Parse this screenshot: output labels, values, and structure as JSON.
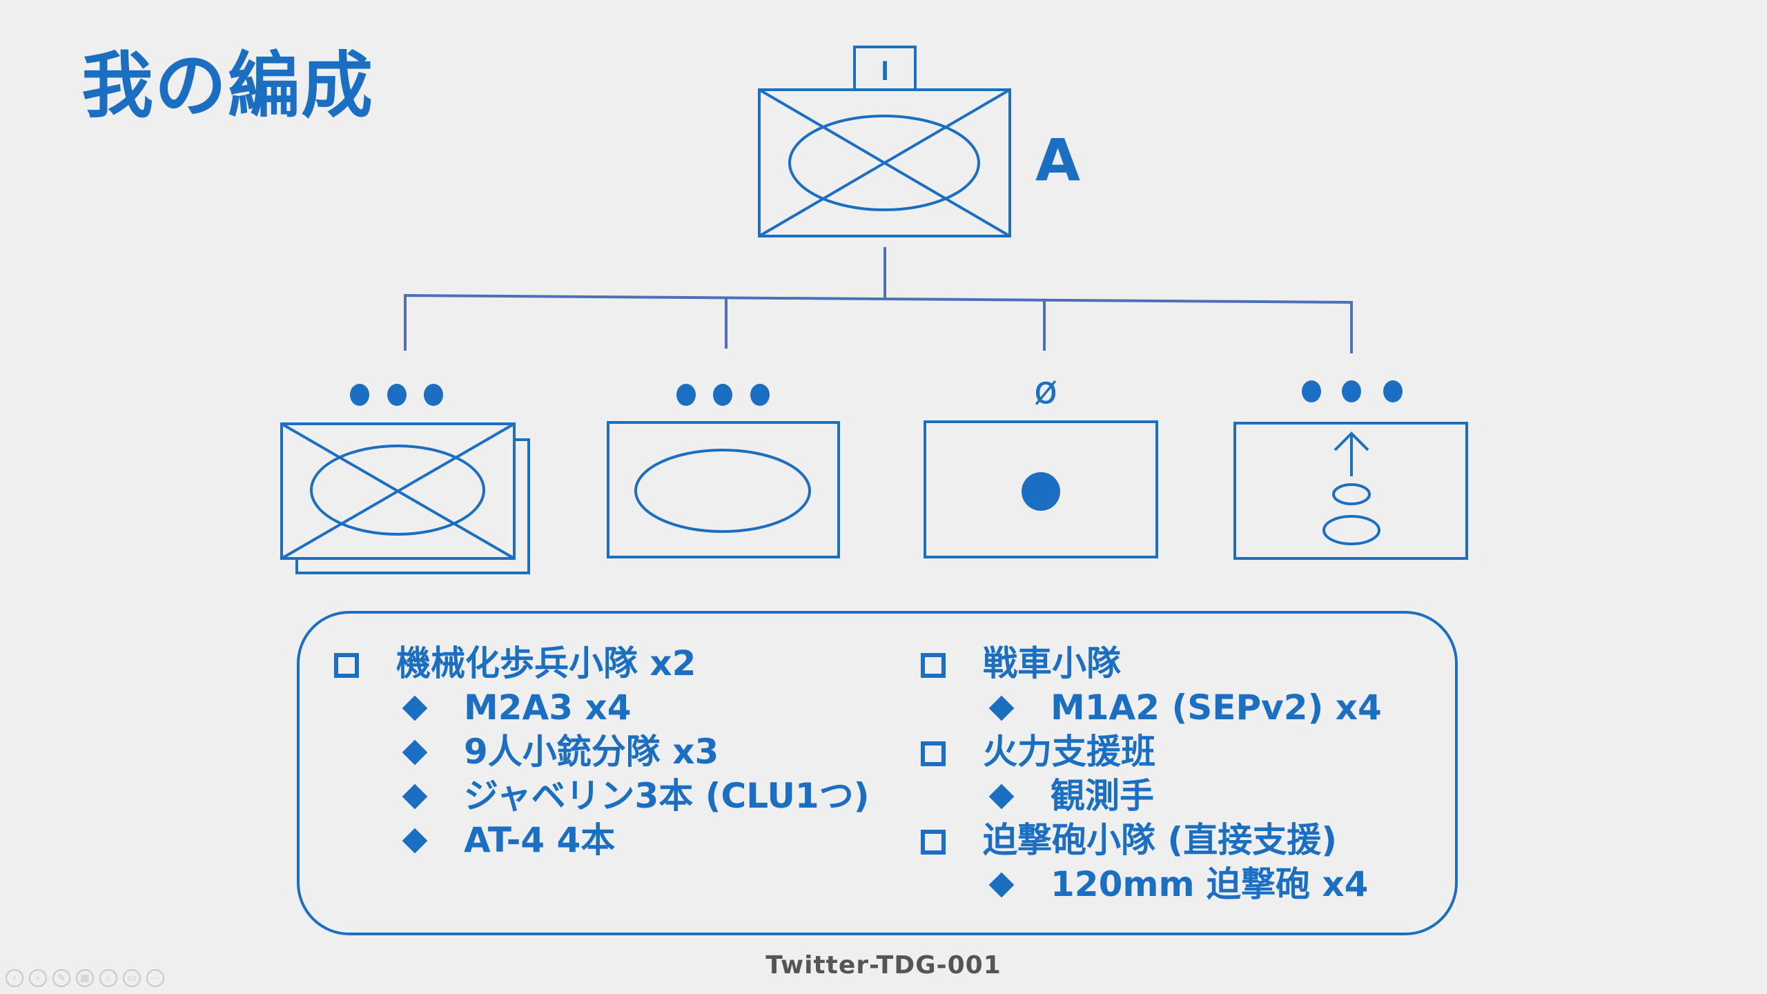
{
  "title": "我の編成",
  "hq": {
    "size_mark": "I",
    "designation": "A"
  },
  "subunits": [
    {
      "echelon_mark": "●●●",
      "symbol": "mechanized-infantry-multiple-icon"
    },
    {
      "echelon_mark": "●●●",
      "symbol": "armor-icon"
    },
    {
      "echelon_mark": "ø",
      "symbol": "fire-support-icon"
    },
    {
      "echelon_mark": "●●●",
      "symbol": "mortar-icon"
    }
  ],
  "legend": {
    "left": [
      {
        "level": 1,
        "text": "機械化歩兵小隊 x2"
      },
      {
        "level": 2,
        "text": "M2A3 x4"
      },
      {
        "level": 2,
        "text": "9人小銃分隊 x3"
      },
      {
        "level": 2,
        "text": "ジャベリン3本 (CLU1つ)"
      },
      {
        "level": 2,
        "text": "AT-4 4本"
      }
    ],
    "right": [
      {
        "level": 1,
        "text": "戦車小隊"
      },
      {
        "level": 2,
        "text": "M1A2 (SEPv2) x4"
      },
      {
        "level": 1,
        "text": "火力支援班"
      },
      {
        "level": 2,
        "text": "観測手"
      },
      {
        "level": 1,
        "text": "迫撃砲小隊 (直接支援)"
      },
      {
        "level": 2,
        "text": "120mm 迫撃砲 x4"
      }
    ]
  },
  "footer": "Twitter-TDG-001",
  "colors": {
    "accent": "#1b6fc2",
    "line": "#4b6fb8",
    "background": "#efefef"
  }
}
